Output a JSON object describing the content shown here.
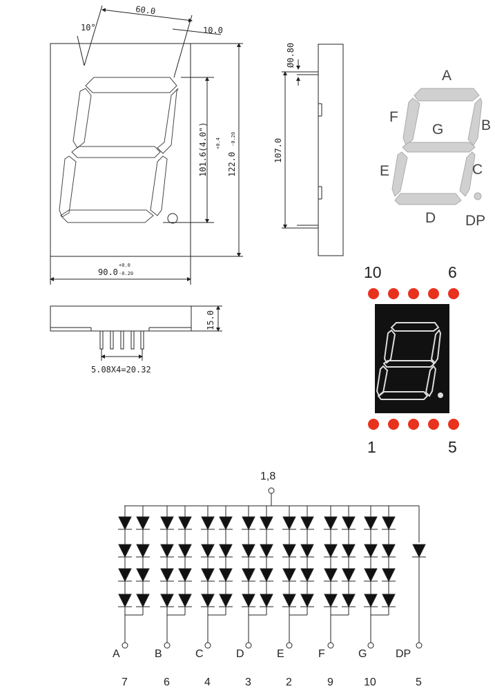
{
  "front_view": {
    "width_top": "60.0",
    "slant_angle": "10°",
    "offset_right": "10.0",
    "digit_height": "101.6(4.0\")",
    "body_height": "122.0",
    "body_height_tol_plus": "+0.4",
    "body_height_tol_minus": "-0.20",
    "body_width": "90.0",
    "body_width_tol_plus": "+0.0",
    "body_width_tol_minus": "-0.20"
  },
  "side_view": {
    "pin_diameter": "Ø0.80",
    "pin_length": "107.0"
  },
  "bottom_view": {
    "depth": "15.0",
    "pin_pitch": "5.08X4=20.32"
  },
  "segment_diagram": {
    "labels": [
      "A",
      "B",
      "C",
      "D",
      "E",
      "F",
      "G",
      "DP"
    ],
    "segment_color": "#d0d0d0"
  },
  "pin_display": {
    "top_left": "10",
    "top_right": "6",
    "bottom_left": "1",
    "bottom_right": "5",
    "pin_color": "#e8321e",
    "body_color": "#111111"
  },
  "schematic": {
    "common_pin": "1,8",
    "segments": [
      {
        "name": "A",
        "pin": "7"
      },
      {
        "name": "B",
        "pin": "6"
      },
      {
        "name": "C",
        "pin": "4"
      },
      {
        "name": "D",
        "pin": "3"
      },
      {
        "name": "E",
        "pin": "2"
      },
      {
        "name": "F",
        "pin": "9"
      },
      {
        "name": "G",
        "pin": "10"
      },
      {
        "name": "DP",
        "pin": "5"
      }
    ]
  }
}
